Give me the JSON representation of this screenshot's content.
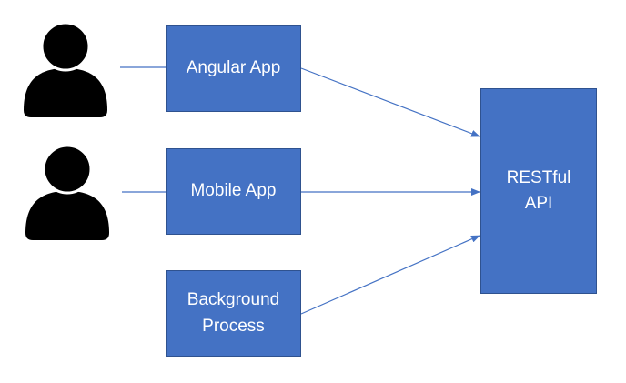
{
  "diagram": {
    "nodes": {
      "angular_app": {
        "label": "Angular App"
      },
      "mobile_app": {
        "label": "Mobile App"
      },
      "background_process": {
        "label": "Background\nProcess"
      },
      "restful_api": {
        "label": "RESTful\nAPI"
      }
    },
    "icons": {
      "user_1": "user-icon",
      "user_2": "user-icon"
    },
    "edges": [
      {
        "from": "user_1",
        "to": "angular_app",
        "arrow": false
      },
      {
        "from": "user_2",
        "to": "mobile_app",
        "arrow": false
      },
      {
        "from": "angular_app",
        "to": "restful_api",
        "arrow": true
      },
      {
        "from": "mobile_app",
        "to": "restful_api",
        "arrow": true
      },
      {
        "from": "background_process",
        "to": "restful_api",
        "arrow": true
      }
    ],
    "colors": {
      "box_fill": "#4472c4",
      "box_border": "#2f528f",
      "text": "#ffffff",
      "connector": "#4472c4",
      "icon": "#000000"
    }
  }
}
